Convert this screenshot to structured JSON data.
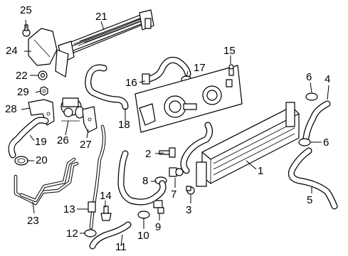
{
  "diagram": {
    "callouts": [
      {
        "key": "c1",
        "text": "1"
      },
      {
        "key": "c2",
        "text": "2"
      },
      {
        "key": "c3",
        "text": "3"
      },
      {
        "key": "c4",
        "text": "4"
      },
      {
        "key": "c5",
        "text": "5"
      },
      {
        "key": "c6a",
        "text": "6"
      },
      {
        "key": "c6b",
        "text": "6"
      },
      {
        "key": "c7",
        "text": "7"
      },
      {
        "key": "c8",
        "text": "8"
      },
      {
        "key": "c9",
        "text": "9"
      },
      {
        "key": "c10",
        "text": "10"
      },
      {
        "key": "c11",
        "text": "11"
      },
      {
        "key": "c12",
        "text": "12"
      },
      {
        "key": "c13",
        "text": "13"
      },
      {
        "key": "c14",
        "text": "14"
      },
      {
        "key": "c15",
        "text": "15"
      },
      {
        "key": "c16",
        "text": "16"
      },
      {
        "key": "c17",
        "text": "17"
      },
      {
        "key": "c18",
        "text": "18"
      },
      {
        "key": "c19",
        "text": "19"
      },
      {
        "key": "c20",
        "text": "20"
      },
      {
        "key": "c21",
        "text": "21"
      },
      {
        "key": "c22",
        "text": "22"
      },
      {
        "key": "c23",
        "text": "23"
      },
      {
        "key": "c24",
        "text": "24"
      },
      {
        "key": "c25",
        "text": "25"
      },
      {
        "key": "c26",
        "text": "26"
      },
      {
        "key": "c27",
        "text": "27"
      },
      {
        "key": "c28",
        "text": "28"
      },
      {
        "key": "c29",
        "text": "29"
      }
    ]
  }
}
